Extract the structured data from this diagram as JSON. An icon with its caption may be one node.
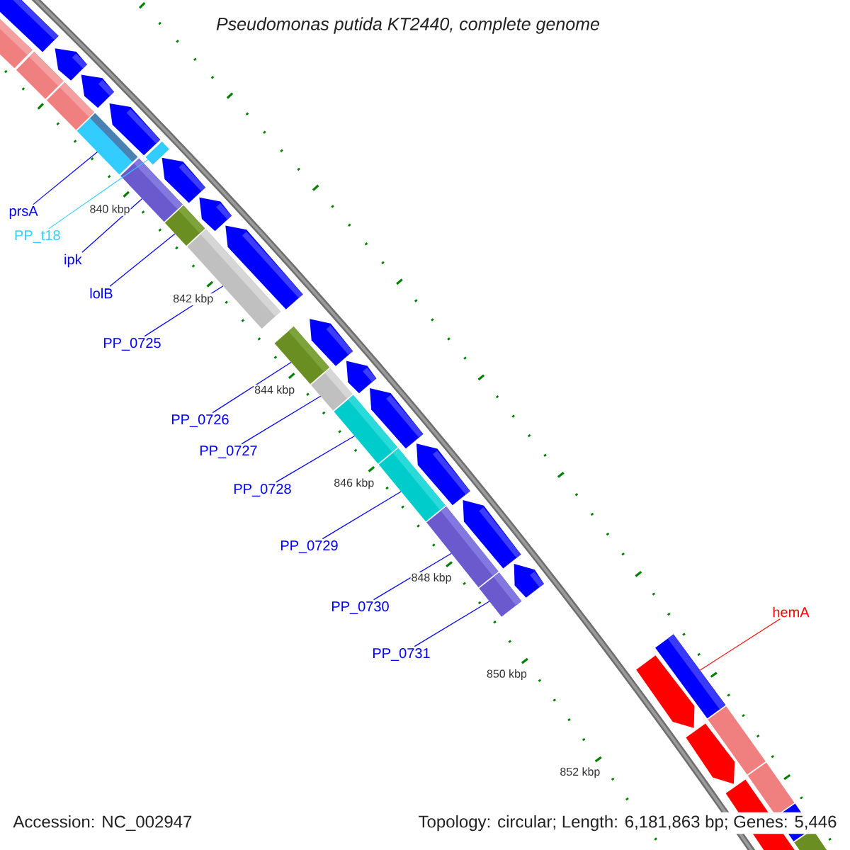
{
  "diagram": {
    "title": "Pseudomonas putida KT2440, complete genome",
    "nodes": [
      {
        "text": [
          "prsA"
        ]
      },
      {
        "text": [
          "PP_t18"
        ]
      },
      {
        "text": [
          "ipk"
        ]
      },
      {
        "text": [
          "lolB"
        ]
      },
      {
        "text": [
          "PP_0725"
        ]
      },
      {
        "text": [
          "PP_0726"
        ]
      },
      {
        "text": [
          "PP_0727"
        ]
      },
      {
        "text": [
          "PP_0728"
        ]
      },
      {
        "text": [
          "PP_0729"
        ]
      },
      {
        "text": [
          "PP_0730"
        ]
      },
      {
        "text": [
          "PP_0731"
        ]
      },
      {
        "text": [
          "hemA"
        ]
      },
      {
        "text": [],
        "shape": "bar"
      },
      {
        "text": [],
        "shape": "bar"
      },
      {
        "text": [],
        "shape": "bar"
      },
      {
        "text": [],
        "shape": "bar"
      },
      {
        "text": [],
        "shape": "bar"
      },
      {
        "text": [],
        "shape": "bar"
      },
      {
        "text": [],
        "shape": "bar"
      },
      {
        "text": [],
        "shape": "bar"
      },
      {
        "text": [],
        "shape": "bar"
      },
      {
        "text": [],
        "shape": "bar"
      },
      {
        "text": [],
        "shape": "bar"
      },
      {
        "text": [],
        "shape": "bar"
      }
    ],
    "edges": [
      {
        "from": 0,
        "to": 12,
        "arrow": "none"
      },
      {
        "from": 1,
        "to": 13,
        "arrow": "none",
        "color": "#33ccff"
      },
      {
        "from": 2,
        "to": 14,
        "arrow": "none"
      },
      {
        "from": 3,
        "to": 15,
        "arrow": "none"
      },
      {
        "from": 4,
        "to": 16,
        "arrow": "none"
      },
      {
        "from": 5,
        "to": 17,
        "arrow": "none"
      },
      {
        "from": 6,
        "to": 18,
        "arrow": "none"
      },
      {
        "from": 7,
        "to": 19,
        "arrow": "none"
      },
      {
        "from": 8,
        "to": 20,
        "arrow": "none"
      },
      {
        "from": 9,
        "to": 21,
        "arrow": "none"
      },
      {
        "from": 10,
        "to": 22,
        "arrow": "none"
      },
      {
        "from": 11,
        "to": 23,
        "arrow": "none",
        "color": "#ff0000"
      }
    ],
    "labels": [
      "840 kbp",
      "842 kbp",
      "844 kbp",
      "846 kbp",
      "848 kbp",
      "850 kbp",
      "852 kbp",
      "Accession: NC_002947",
      "Topology: circular; Length: 6,181,863 bp; Genes: 5,446"
    ]
  }
}
